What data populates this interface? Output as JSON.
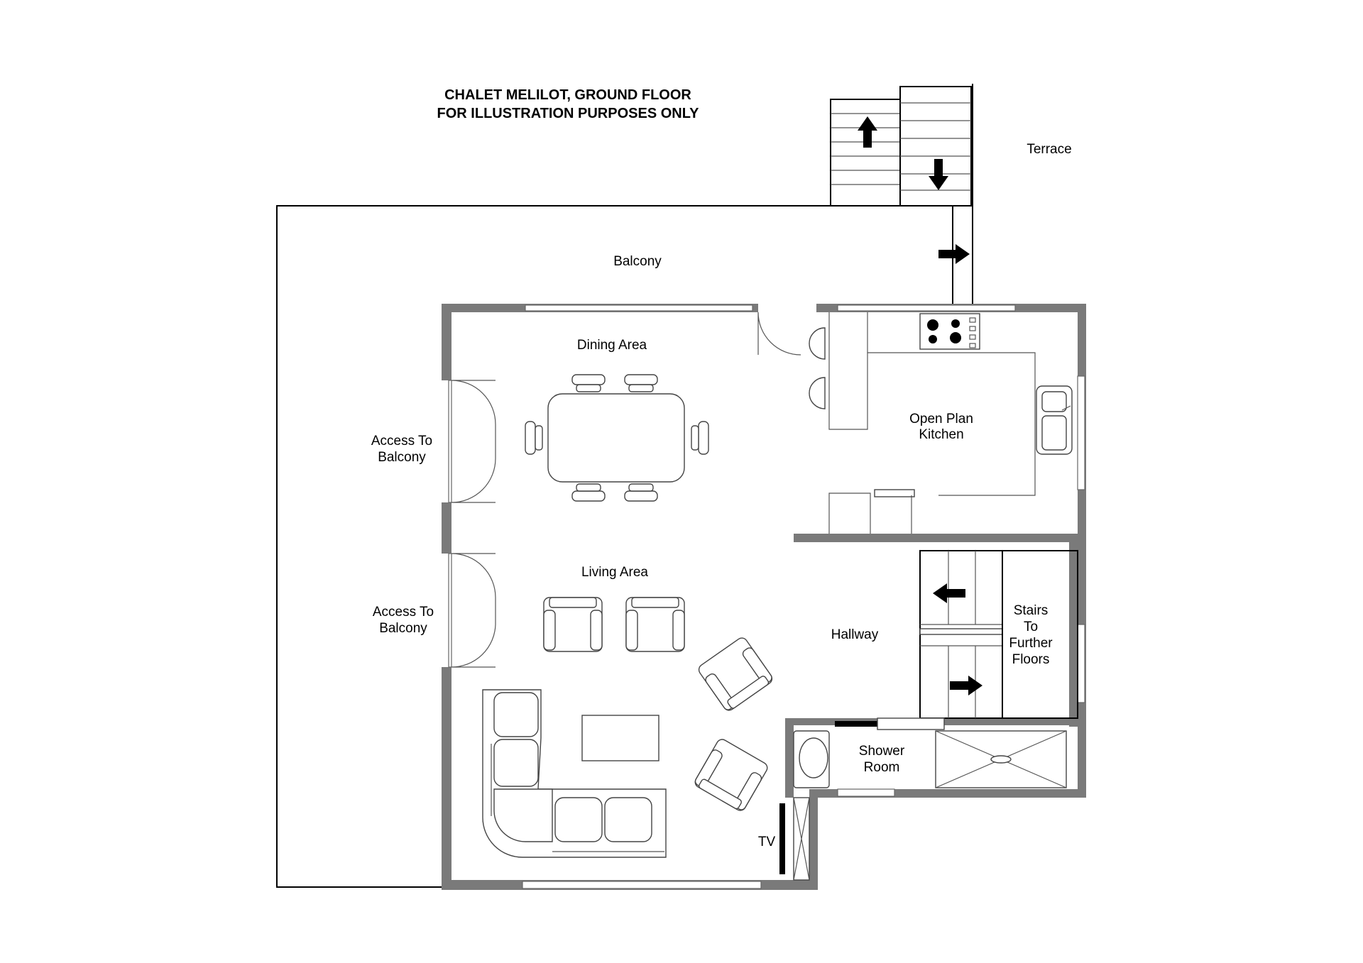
{
  "title": {
    "line1": "CHALET MELILOT, GROUND FLOOR",
    "line2": "FOR ILLUSTRATION PURPOSES ONLY"
  },
  "rooms": {
    "terrace": "Terrace",
    "balcony": "Balcony",
    "dining": "Dining Area",
    "kitchen_line1": "Open Plan",
    "kitchen_line2": "Kitchen",
    "access1_line1": "Access To",
    "access1_line2": "Balcony",
    "access2_line1": "Access To",
    "access2_line2": "Balcony",
    "living": "Living Area",
    "hallway": "Hallway",
    "stairs_line1": "Stairs",
    "stairs_line2": "To",
    "stairs_line3": "Further",
    "stairs_line4": "Floors",
    "shower_line1": "Shower",
    "shower_line2": "Room",
    "tv": "TV"
  },
  "colors": {
    "wall": "#7a7a7a",
    "line": "#000000",
    "background": "#ffffff"
  }
}
